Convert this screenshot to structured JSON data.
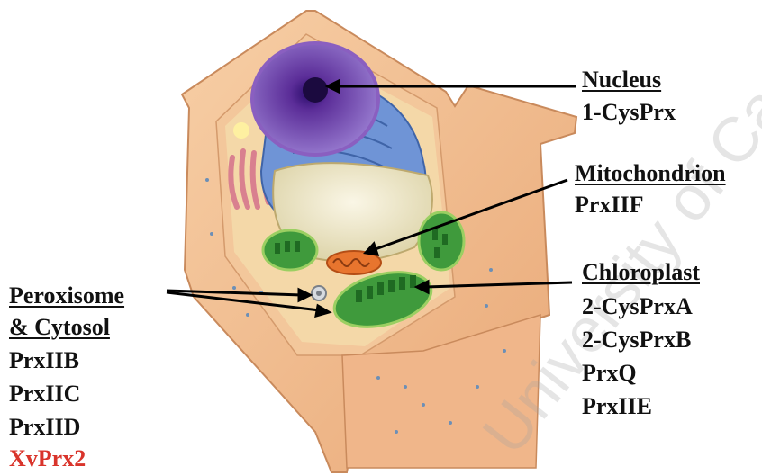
{
  "groups": {
    "nucleus": {
      "heading": "Nucleus",
      "items": [
        "1-CysPrx"
      ]
    },
    "mitochondrion": {
      "heading": "Mitochondrion",
      "items": [
        "PrxIIF"
      ]
    },
    "chloroplast": {
      "heading": "Chloroplast",
      "items": [
        "2-CysPrxA",
        "2-CysPrxB",
        "PrxQ",
        "PrxIIE"
      ]
    },
    "peroxisome": {
      "heading_line1": "Peroxisome",
      "heading_line2": "& Cytosol",
      "items": [
        "PrxIIB",
        "PrxIIC",
        "PrxIID",
        "XvPrx2"
      ],
      "highlight_color": "#d9342b"
    }
  },
  "watermark": "University of Cape Town",
  "colors": {
    "cell_wall": "#f2b98a",
    "cytoplasm": "#f6dcae",
    "nucleus": "#6a3ea8",
    "er": "#5a82c8",
    "vacuole": "#efe6c2",
    "chloroplast": "#3f9a3c",
    "mitochondrion": "#e8752e",
    "golgi": "#e39aa6",
    "arrow": "#000000"
  }
}
